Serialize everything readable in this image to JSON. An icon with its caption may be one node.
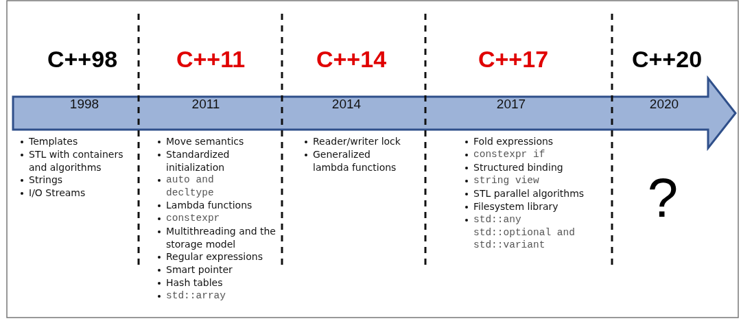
{
  "diagram": {
    "labels": [
      "C++98",
      "C++11",
      "C++14",
      "C++17",
      "C++20",
      "1998",
      "2011",
      "2014",
      "2017",
      "2020",
      "Templates",
      "STL with containers and algorithms",
      "Strings",
      "I/O Streams",
      "Move semantics",
      "Standardized initialization",
      "auto and decltype",
      "Lambda functions",
      "constexpr",
      "Multithreading and the storage model",
      "Regular expressions",
      "Smart pointer",
      "Hash tables",
      "std::array",
      "Reader/writer lock",
      "Generalized lambda functions",
      "Fold expressions",
      "constexpr if",
      "Structured binding",
      "string view",
      "STL parallel algorithms",
      "Filesystem library",
      "std::any std::optional and std::variant",
      "?"
    ]
  }
}
